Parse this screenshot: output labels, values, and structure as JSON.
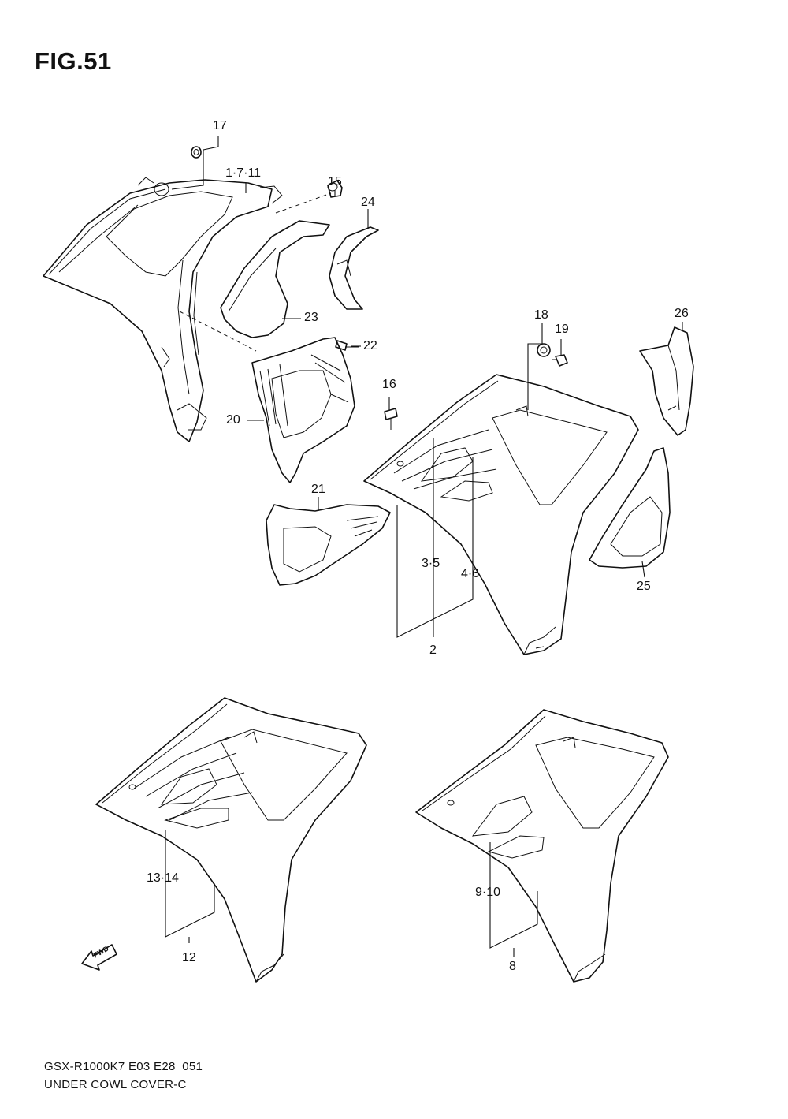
{
  "figure": {
    "title": "FIG.51",
    "model_code": "GSX-R1000K7 E03 E28_051",
    "caption": "UNDER COWL COVER-C"
  },
  "fwd_arrow": {
    "label": "FWD",
    "icon": "fwd-arrow-icon"
  },
  "callouts": {
    "c17": "17",
    "c1_7_11": "1·7·11",
    "c15": "15",
    "c24": "24",
    "c23": "23",
    "c22": "22",
    "c20": "20",
    "c16": "16",
    "c18": "18",
    "c19": "19",
    "c26": "26",
    "c21": "21",
    "c3_5": "3·5",
    "c4_6": "4·6",
    "c25": "25",
    "c2": "2",
    "c13_14": "13·14",
    "c12": "12",
    "c9_10": "9·10",
    "c8": "8"
  }
}
